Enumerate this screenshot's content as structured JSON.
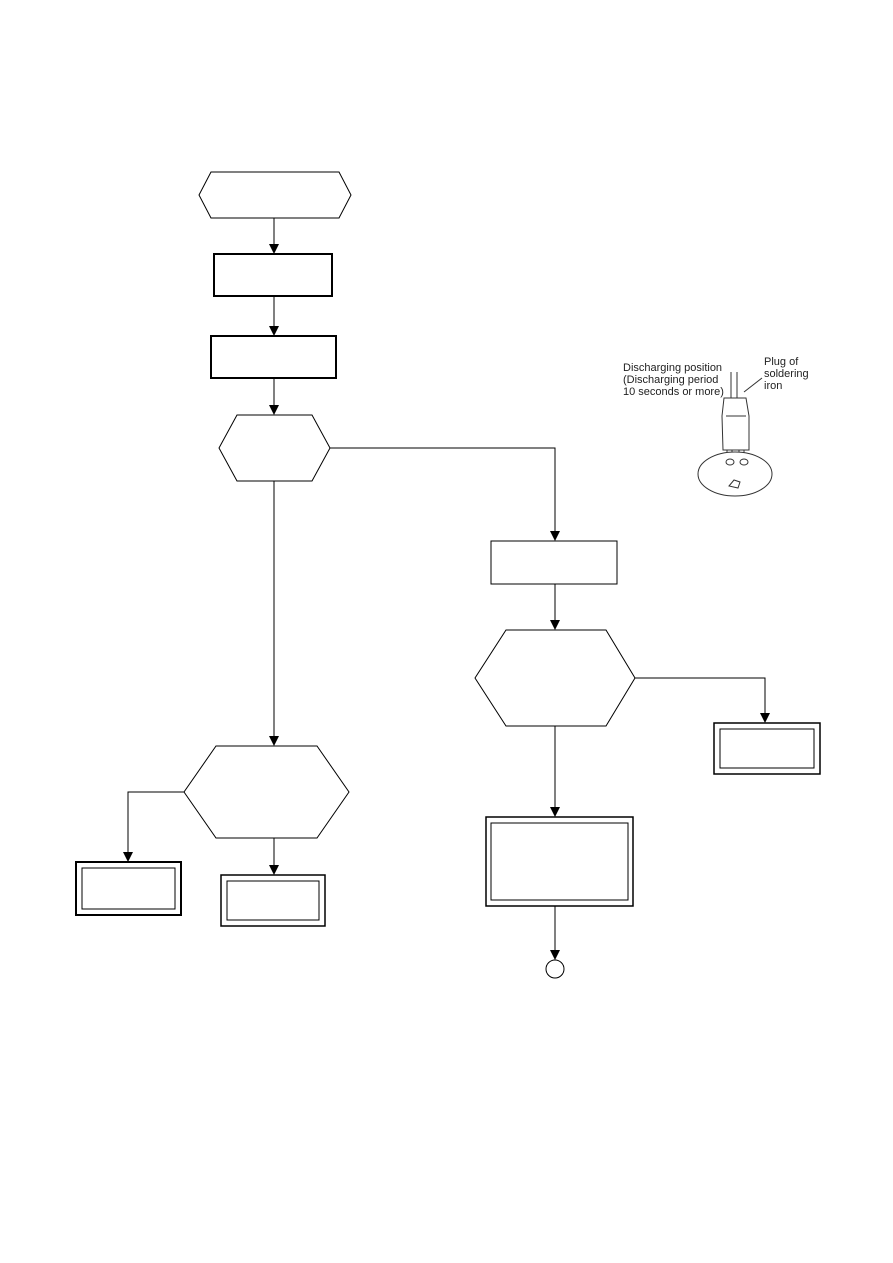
{
  "diagram": {
    "type": "flowchart",
    "node_text": "",
    "illustration": {
      "caption_left": [
        "Discharging position",
        "(Discharging period",
        "10 seconds or more)"
      ],
      "caption_right": [
        "Plug of",
        "soldering",
        "iron"
      ]
    },
    "colors": {
      "line": "#000000",
      "background": "#ffffff",
      "illustration": "#333333"
    }
  }
}
